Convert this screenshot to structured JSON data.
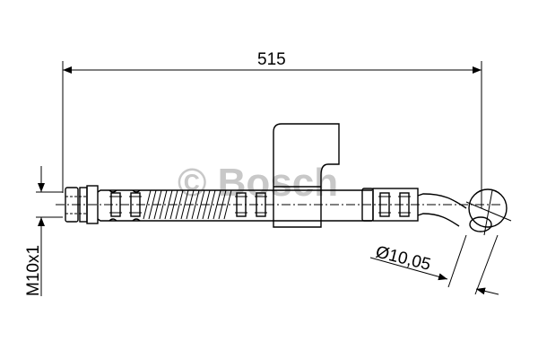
{
  "drawing": {
    "length_dimension": "515",
    "thread_dimension": "M10x1",
    "banjo_diameter_dimension": "Ø10,05",
    "watermark": "© Bosch"
  },
  "colors": {
    "line": "#000000",
    "watermark": "#c8c8c8",
    "background": "#ffffff"
  }
}
